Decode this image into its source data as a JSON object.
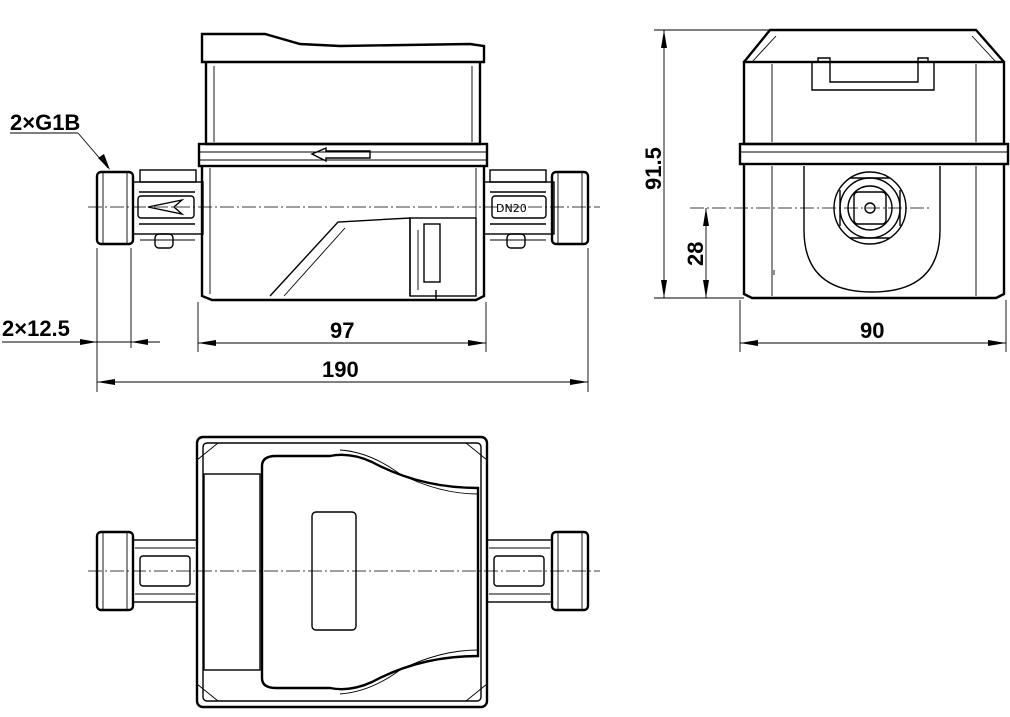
{
  "labels": {
    "thread_spec": "2×G1B",
    "nominal_diameter": "DN20"
  },
  "dimensions": {
    "thread_length": "2×12.5",
    "body_length": "97",
    "overall_length": "190",
    "overall_height": "91.5",
    "axis_height": "28",
    "overall_width": "90"
  }
}
